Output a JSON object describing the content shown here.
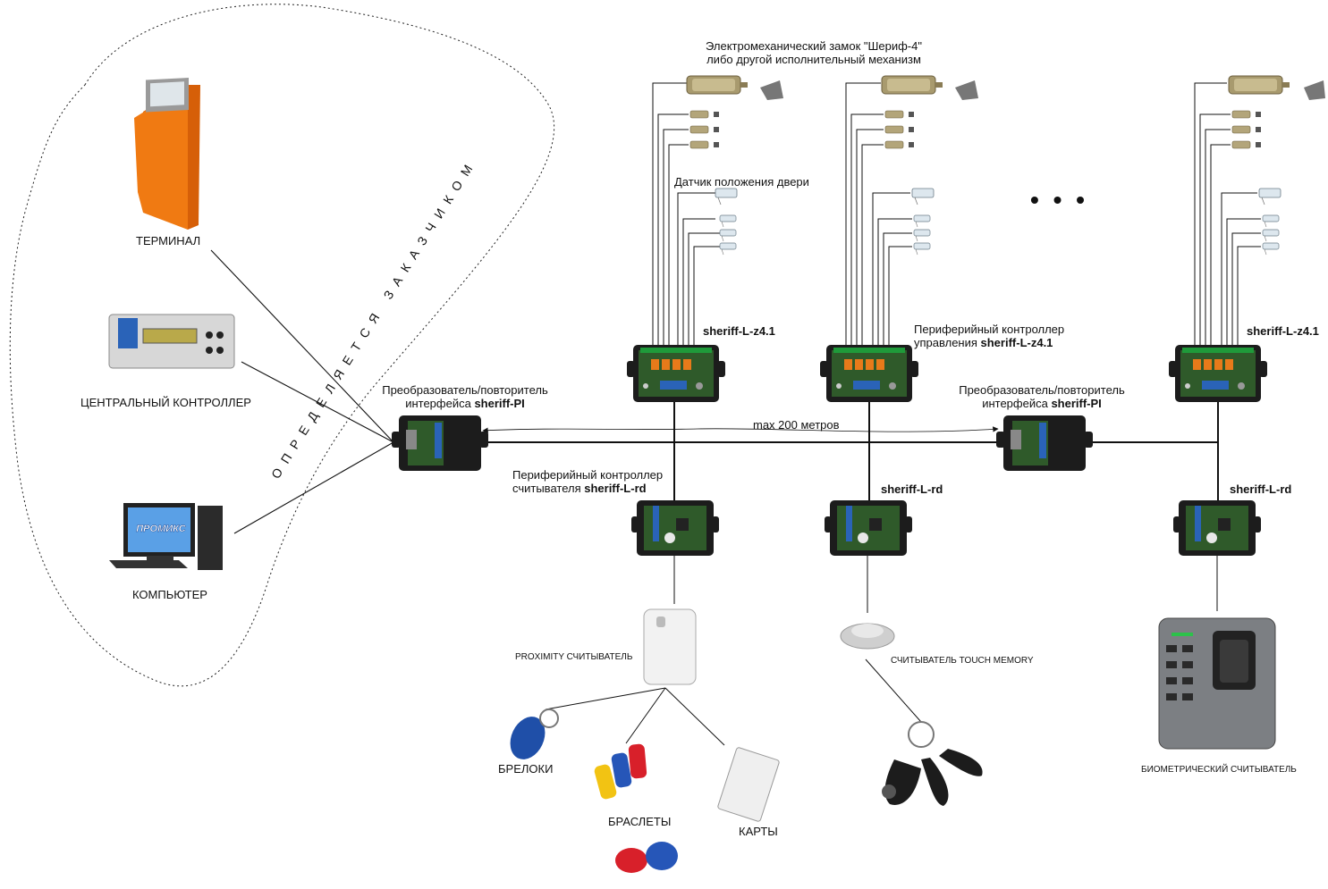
{
  "labels": {
    "lock_title_1": "Электромеханический замок \"Шериф-4\"",
    "lock_title_2": "либо другой исполнительный механизм",
    "door_sensor": "Датчик положения двери",
    "terminal": "ТЕРМИНАЛ",
    "central_controller": "ЦЕНТРАЛЬНЫЙ КОНТРОЛЛЕР",
    "computer": "КОМПЬЮТЕР",
    "customer_defined": "ОПРЕДЕЛЯЕТСЯ ЗАКАЗЧИКОМ",
    "converter_line1": "Преобразователь/повторитель",
    "converter_line2_prefix": "интерфейса ",
    "converter_model": "sheriff-PI",
    "z41_model": "sheriff-L-z4.1",
    "periph_mgmt_line1": "Периферийный контроллер",
    "periph_mgmt_line2_prefix": "управления ",
    "max_distance": "max 200 метров",
    "periph_reader_line1": "Периферийный контроллер",
    "periph_reader_line2_prefix": "считывателя ",
    "rd_model": "sheriff-L-rd",
    "ellipsis": "• • •",
    "proximity_reader": "PROXIMITY СЧИТЫВАТЕЛЬ",
    "touch_memory_reader": "СЧИТЫВАТЕЛЬ TOUCH MEMORY",
    "biometric_reader": "БИОМЕТРИЧЕСКИЙ СЧИТЫВАТЕЛЬ",
    "fobs": "БРЕЛОКИ",
    "bracelets": "БРАСЛЕТЫ",
    "cards": "КАРТЫ",
    "promix_logo": "ПРОМИКС"
  },
  "colors": {
    "terminal_orange": "#f07a12",
    "board_green": "#2f5a2a",
    "enclosure_black": "#1c1c1c",
    "relay_orange": "#e87a1a",
    "terminal_blue": "#2a63b8",
    "fob_blue": "#1f4fa8",
    "bracelet_red": "#d8202a",
    "bracelet_yellow": "#f2c313",
    "bracelet_blue": "#2656b8"
  }
}
